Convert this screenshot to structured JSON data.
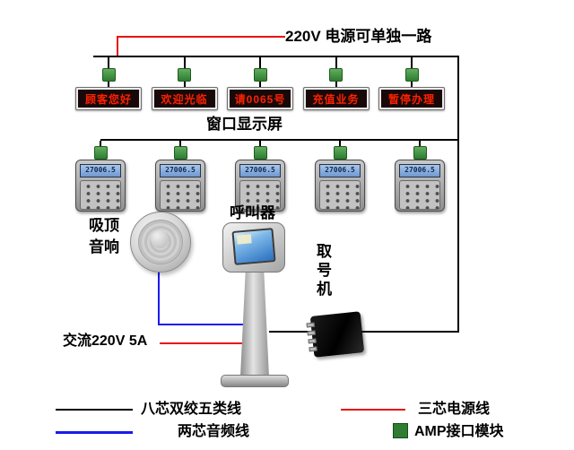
{
  "diagram": {
    "top_power_label": "220V  电源可单独一路",
    "window_display_label": "窗口显示屏",
    "caller_label": "呼叫器",
    "speaker_label": "吸顶\n音响",
    "kiosk_label": "取\n号\n机",
    "ac_power_label": "交流220V 5A"
  },
  "displays": [
    {
      "text": "顾客您好"
    },
    {
      "text": "欢迎光临"
    },
    {
      "text": "请0065号"
    },
    {
      "text": "充值业务"
    },
    {
      "text": "暂停办理"
    }
  ],
  "callers": [
    {
      "lcd": "27006.5"
    },
    {
      "lcd": "27006.5"
    },
    {
      "lcd": "27006.5"
    },
    {
      "lcd": "27006.5"
    },
    {
      "lcd": "27006.5"
    }
  ],
  "legend": [
    {
      "type": "line",
      "color": "#000000",
      "label": "八芯双绞五类线"
    },
    {
      "type": "line",
      "color": "#e81212",
      "label": "三芯电源线"
    },
    {
      "type": "line",
      "color": "#1a1aee",
      "label": "两芯音频线"
    },
    {
      "type": "square",
      "color": "#2e7d32",
      "label": "AMP接口模块"
    }
  ],
  "colors": {
    "data_line": "#000000",
    "power_line": "#e81212",
    "audio_line": "#1a1aee",
    "connector_green": "#2e7d32",
    "led_text": "#ff2200",
    "led_background": "#190808"
  }
}
